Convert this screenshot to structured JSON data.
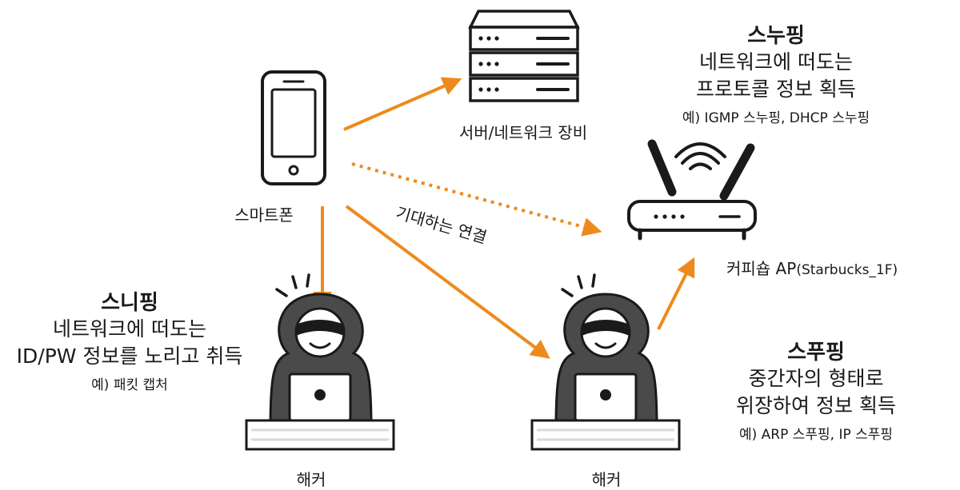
{
  "colors": {
    "arrow": "#EE8A1C",
    "ink": "#1a1a1a",
    "grey": "#d9d9d9"
  },
  "labels": {
    "phone": "스마트폰",
    "server": "서버/네트워크 장비",
    "expected_connection": "기대하는 연결",
    "ap": "커피숍 AP",
    "ap_ssid": "(Starbucks_1F)",
    "hacker_left": "해커",
    "hacker_right": "해커"
  },
  "sniffing": {
    "title": "스니핑",
    "line1": "네트워크에 떠도는",
    "line2": "ID/PW 정보를 노리고 취득",
    "example": "예) 패킷 캡처"
  },
  "snooping": {
    "title": "스누핑",
    "line1": "네트워크에 떠도는",
    "line2": "프로토콜 정보 획득",
    "example": "예) IGMP 스누핑, DHCP 스누핑"
  },
  "spoofing": {
    "title": "스푸핑",
    "line1": "중간자의 형태로",
    "line2": "위장하여 정보 획득",
    "example": "예) ARP 스푸핑, IP 스푸핑"
  },
  "icons": [
    "smartphone-icon",
    "server-icon",
    "router-icon",
    "hacker-icon"
  ]
}
